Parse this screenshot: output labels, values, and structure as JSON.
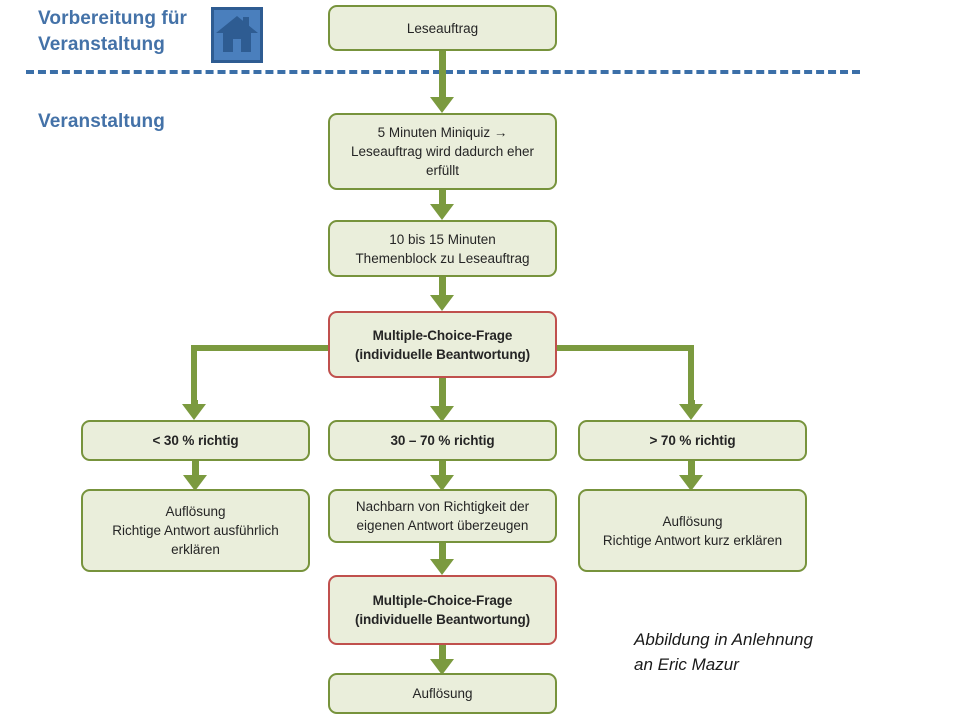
{
  "headings": {
    "preparation": "Vorbereitung für\nVeranstaltung",
    "event": "Veranstaltung"
  },
  "icons": {
    "house": "house-icon"
  },
  "colors": {
    "box_border_green": "#77933C",
    "box_border_red": "#C0504D",
    "box_fill": "#EAEEDB",
    "arrow_green": "#7B9A3F",
    "divider_blue": "#3B6FA8",
    "heading_blue": "#4472A8"
  },
  "nodes": {
    "leseauftrag": "Leseauftrag",
    "miniquiz": "5 Minuten Miniquiz →\nLeseauftrag wird dadurch eher\nerfüllt",
    "themenblock": "10 bis 15 Minuten\nThemenblock zu Leseauftrag",
    "mc_frage_1": "Multiple-Choice-Frage\n(individuelle Beantwortung)",
    "branch_low_label": "< 30 % richtig",
    "branch_mid_label": "30 – 70 % richtig",
    "branch_high_label": "> 70 % richtig",
    "aufloesung_low": "Auflösung\nRichtige Antwort  ausführlich\nerklären",
    "nachbarn": "Nachbarn von Richtigkeit der\neigenen Antwort  überzeugen",
    "aufloesung_high": "Auflösung\nRichtige Antwort  kurz erklären",
    "mc_frage_2": "Multiple-Choice-Frage\n(individuelle Beantwortung)",
    "aufloesung_final": "Auflösung"
  },
  "caption": "Abbildung in Anlehnung\nan Eric Mazur"
}
